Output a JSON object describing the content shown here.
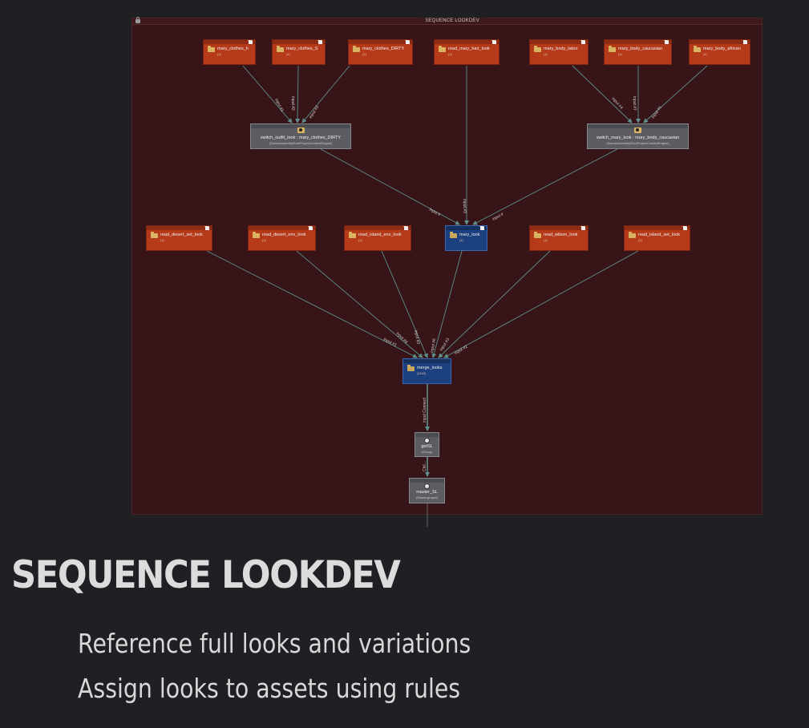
{
  "panel": {
    "title": "SEQUENCE LOOKDEV"
  },
  "nodes": {
    "mary_clothes_h": {
      "label": "mary_clothes_h",
      "sub": "(1)"
    },
    "mary_clothes_S": {
      "label": "mary_clothes_S",
      "sub": "(1)"
    },
    "mary_clothes_DIRTY": {
      "label": "mary_clothes_DIRTY",
      "sub": "(1)"
    },
    "read_mary_hair_look": {
      "label": "read_mary_hair_look",
      "sub": "(1)"
    },
    "mary_body_tatoo": {
      "label": "mary_body_tatoo",
      "sub": "(1)"
    },
    "mary_body_caucasian": {
      "label": "mary_body_caucasian",
      "sub": "(1)"
    },
    "mary_body_african": {
      "label": "mary_body_african",
      "sub": "(1)"
    },
    "switch_outfit_look": {
      "label": "switch_outfit_look : mary_clothes_DIRTY",
      "sub": "(SceneAssemblyRootProjectContextEngine)"
    },
    "switch_mary_look": {
      "label": "switch_mary_look : mary_body_caucasian",
      "sub": "(SceneAssemblyRootProjectContextEngine)"
    },
    "mary_look": {
      "label": "mary_look",
      "sub": "(1)"
    },
    "read_desert_set_look": {
      "label": "read_desert_set_look",
      "sub": "(1)"
    },
    "read_desert_env_look": {
      "label": "read_desert_env_look",
      "sub": "(1)"
    },
    "read_island_env_look": {
      "label": "read_island_env_look",
      "sub": "(1)"
    },
    "read_wilson_look": {
      "label": "read_wilson_look",
      "sub": "(1)"
    },
    "read_island_set_look": {
      "label": "read_island_set_look",
      "sub": "(1)"
    },
    "merge_looks": {
      "label": "merge_looks",
      "sub": "(1119)"
    },
    "getSL": {
      "label": "getSL",
      "sub": "(Group)"
    },
    "master_SL": {
      "label": "master_SL",
      "sub": "(ShadingLayer)"
    }
  },
  "edge_labels": {
    "in1": "input #1",
    "in2": "input #2",
    "in3": "input #3",
    "in4": "input #4",
    "in7": "input #7",
    "in1b": "input #1",
    "in3b": "input #3",
    "in4b": "input #4",
    "in_a": "input #",
    "in3c": "input #3",
    "in_b": "input #",
    "m1": "input #1",
    "m4": "input #4",
    "m3": "input #3",
    "m6": "input #6",
    "m3b": "input #3",
    "m2": "input #2",
    "connect": "input Connect",
    "chil": "Chil..."
  },
  "heading": "SEQUENCE LOOKDEV",
  "bullets": [
    "Reference full looks and variations",
    "Assign looks to assets using rules"
  ],
  "colors": {
    "background": "#1f2024",
    "panel": "#361417",
    "read_node": "#b43a1a",
    "look_node": "#1c3f7e",
    "switch_node": "#5b5d63",
    "edge": "#5e8f8a"
  }
}
